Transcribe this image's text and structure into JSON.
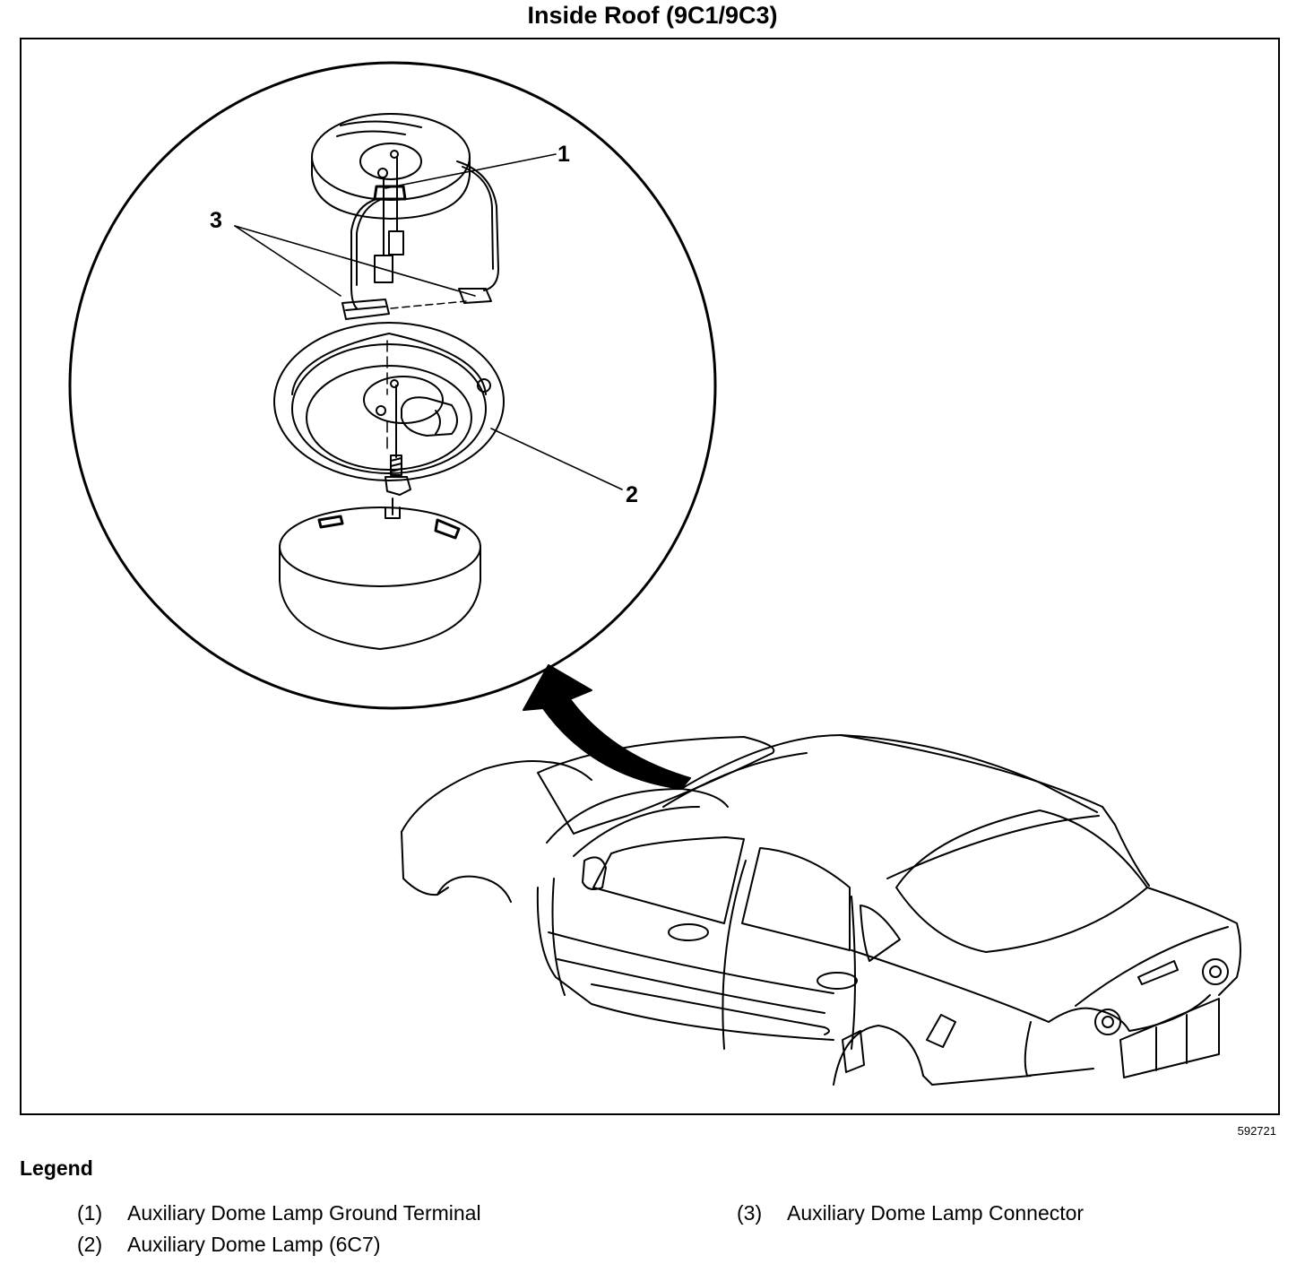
{
  "title": "Inside Roof (9C1/9C3)",
  "figure_id": "592721",
  "callouts": {
    "c1": "1",
    "c2": "2",
    "c3": "3"
  },
  "legend": {
    "heading": "Legend",
    "items": [
      {
        "num": "(1)",
        "text": "Auxiliary Dome Lamp Ground Terminal"
      },
      {
        "num": "(2)",
        "text": "Auxiliary Dome Lamp (6C7)"
      },
      {
        "num": "(3)",
        "text": "Auxiliary Dome Lamp Connector"
      }
    ]
  }
}
